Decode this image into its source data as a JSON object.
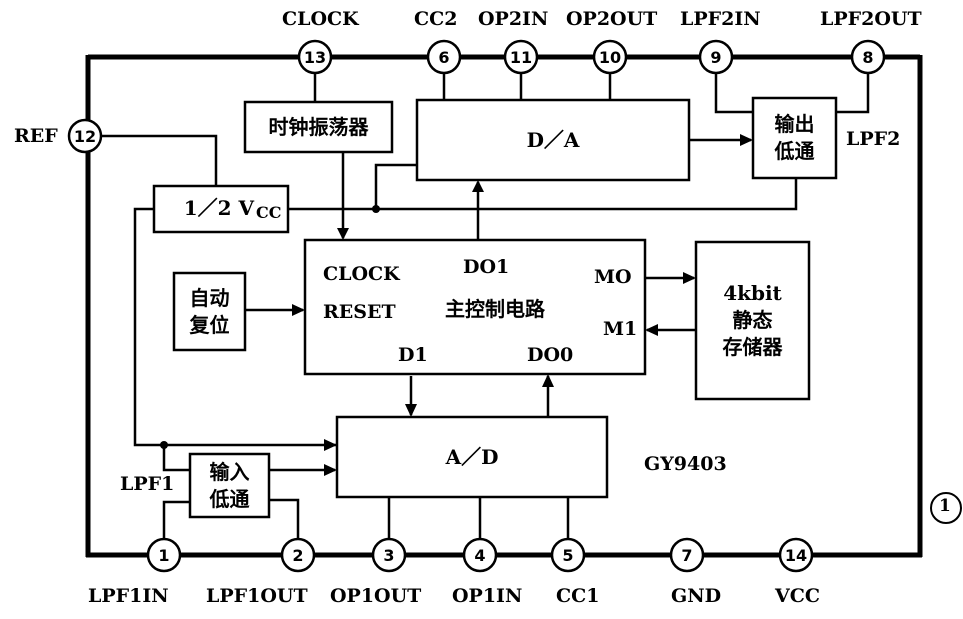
{
  "pins": {
    "p13": {
      "num": "13",
      "name": "CLOCK"
    },
    "p6": {
      "num": "6",
      "name": "CC2"
    },
    "p11": {
      "num": "11",
      "name": "OP2IN"
    },
    "p10": {
      "num": "10",
      "name": "OP2OUT"
    },
    "p9": {
      "num": "9",
      "name": "LPF2IN"
    },
    "p8": {
      "num": "8",
      "name": "LPF2OUT"
    },
    "p12": {
      "num": "12",
      "name": "REF"
    },
    "p1": {
      "num": "1",
      "name": "LPF1IN"
    },
    "p2": {
      "num": "2",
      "name": "LPF1OUT"
    },
    "p3": {
      "num": "3",
      "name": "OP1OUT"
    },
    "p4": {
      "num": "4",
      "name": "OP1IN"
    },
    "p5": {
      "num": "5",
      "name": "CC1"
    },
    "p7": {
      "num": "7",
      "name": "GND"
    },
    "p14": {
      "num": "14",
      "name": "VCC"
    }
  },
  "blocks": {
    "clock_osc": "时钟振荡器",
    "da": "D／A",
    "lpf2_block": "输出\n低通",
    "half_vcc": "1／2 V",
    "half_vcc_sub": "CC",
    "auto_reset": "自动\n复位",
    "main_ctrl": "主控制电路",
    "mem": "4kbit\n静态\n存储器",
    "ad": "A／D",
    "lpf1_block": "输入\n低通"
  },
  "signals": {
    "clock": "CLOCK",
    "reset": "RESET",
    "do1": "DO1",
    "mo": "MO",
    "m1": "M1",
    "d1": "D1",
    "do0": "DO0"
  },
  "labels": {
    "lpf2": "LPF2",
    "lpf1": "LPF1",
    "chip": "GY9403",
    "figure": "①"
  }
}
